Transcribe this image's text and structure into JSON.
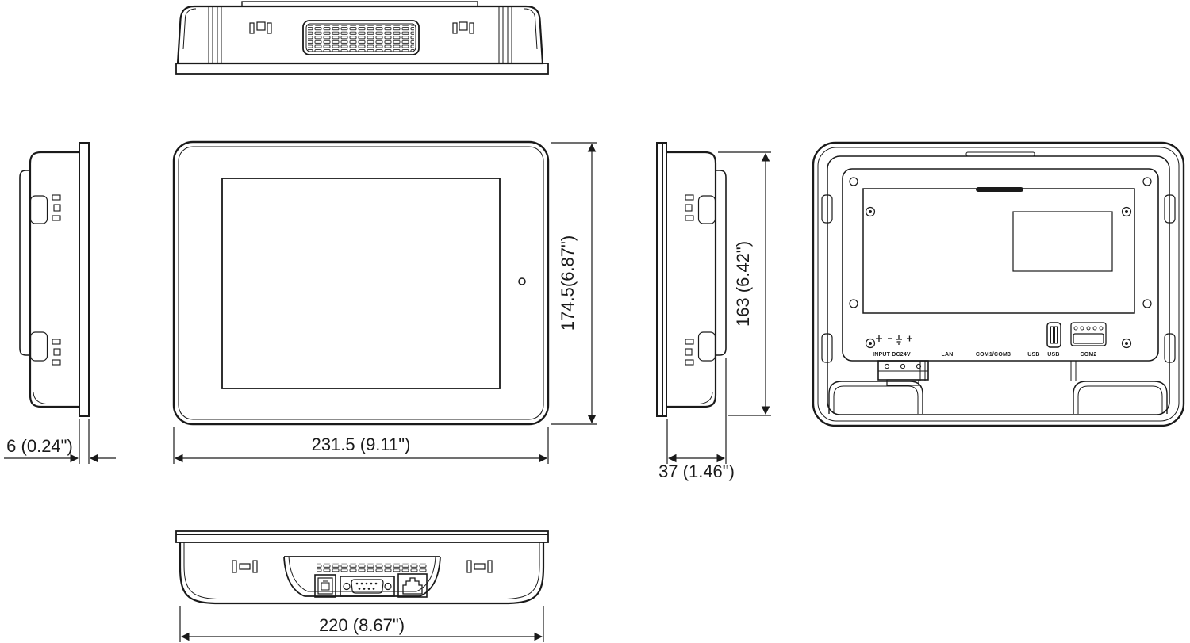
{
  "dims": {
    "front_width": "231.5 (9.11\")",
    "front_height": "174.5(6.87\")",
    "bezel_thickness": "6 (0.24\")",
    "mount_depth": "37 (1.46\")",
    "rear_height": "163 (6.42\")",
    "bottom_width": "220 (8.67\")"
  },
  "ports": {
    "power": "INPUT DC24V",
    "lan": "LAN",
    "com1_com3": "COM1/COM3",
    "usb_label": "USB",
    "usb_port": "USB",
    "com2": "COM2"
  },
  "colors": {
    "line": "#1a1a1a",
    "background": "#ffffff"
  }
}
